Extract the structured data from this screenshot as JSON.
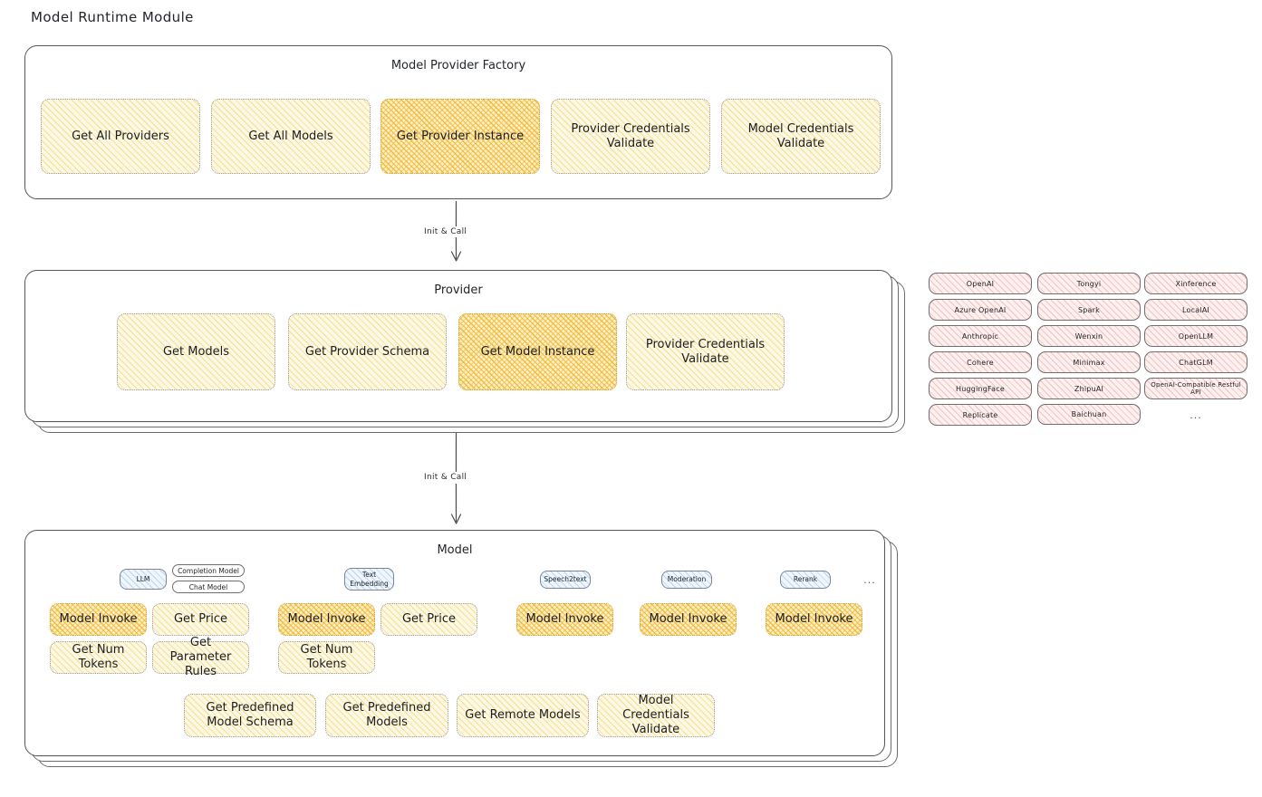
{
  "page": {
    "title": "Model Runtime Module"
  },
  "colors": {
    "highlight": "#f0b428",
    "light_fill": "#fdf8e4",
    "rose_fill": "#fdf0ef",
    "blue_fill": "#eef5fc",
    "stroke": "#575757"
  },
  "factory": {
    "title": "Model Provider Factory",
    "boxes": [
      {
        "label": "Get All Providers",
        "highlighted": false
      },
      {
        "label": "Get All Models",
        "highlighted": false
      },
      {
        "label": "Get Provider Instance",
        "highlighted": true
      },
      {
        "label": "Provider Credentials Validate",
        "highlighted": false
      },
      {
        "label": "Model Credentials Validate",
        "highlighted": false
      }
    ]
  },
  "arrow1": {
    "label": "Init & Call"
  },
  "provider": {
    "title": "Provider",
    "boxes": [
      {
        "label": "Get Models",
        "highlighted": false
      },
      {
        "label": "Get Provider Schema",
        "highlighted": false
      },
      {
        "label": "Get Model Instance",
        "highlighted": true
      },
      {
        "label": "Provider Credentials Validate",
        "highlighted": false
      }
    ]
  },
  "arrow2": {
    "label": "Init & Call"
  },
  "provider_list": {
    "column1": [
      "OpenAI",
      "Azure OpenAI",
      "Anthropic",
      "Cohere",
      "HuggingFace",
      "Replicate"
    ],
    "column2": [
      "Tongyi",
      "Spark",
      "Wenxin",
      "Minimax",
      "ZhipuAI",
      "Baichuan"
    ],
    "column3": [
      "Xinference",
      "LocalAI",
      "OpenLLM",
      "ChatGLM",
      "OpenAI-Compatible Restful API"
    ],
    "more": "..."
  },
  "model": {
    "title": "Model",
    "more": "...",
    "types": [
      {
        "name": "LLM",
        "sub_types": [
          "Completion Model",
          "Chat Model"
        ],
        "methods": [
          {
            "label": "Model Invoke",
            "highlighted": true
          },
          {
            "label": "Get Price",
            "highlighted": false
          },
          {
            "label": "Get Num Tokens",
            "highlighted": false
          },
          {
            "label": "Get Parameter Rules",
            "highlighted": false
          }
        ]
      },
      {
        "name": "Text Embedding",
        "sub_types": [],
        "methods": [
          {
            "label": "Model Invoke",
            "highlighted": true
          },
          {
            "label": "Get Price",
            "highlighted": false
          },
          {
            "label": "Get Num Tokens",
            "highlighted": false
          }
        ]
      },
      {
        "name": "Speech2text",
        "sub_types": [],
        "methods": [
          {
            "label": "Model Invoke",
            "highlighted": true
          }
        ]
      },
      {
        "name": "Moderation",
        "sub_types": [],
        "methods": [
          {
            "label": "Model Invoke",
            "highlighted": true
          }
        ]
      },
      {
        "name": "Rerank",
        "sub_types": [],
        "methods": [
          {
            "label": "Model Invoke",
            "highlighted": true
          }
        ]
      }
    ],
    "shared_methods": [
      "Get Predefined Model Schema",
      "Get Predefined Models",
      "Get Remote Models",
      "Model Credentials Validate"
    ]
  }
}
